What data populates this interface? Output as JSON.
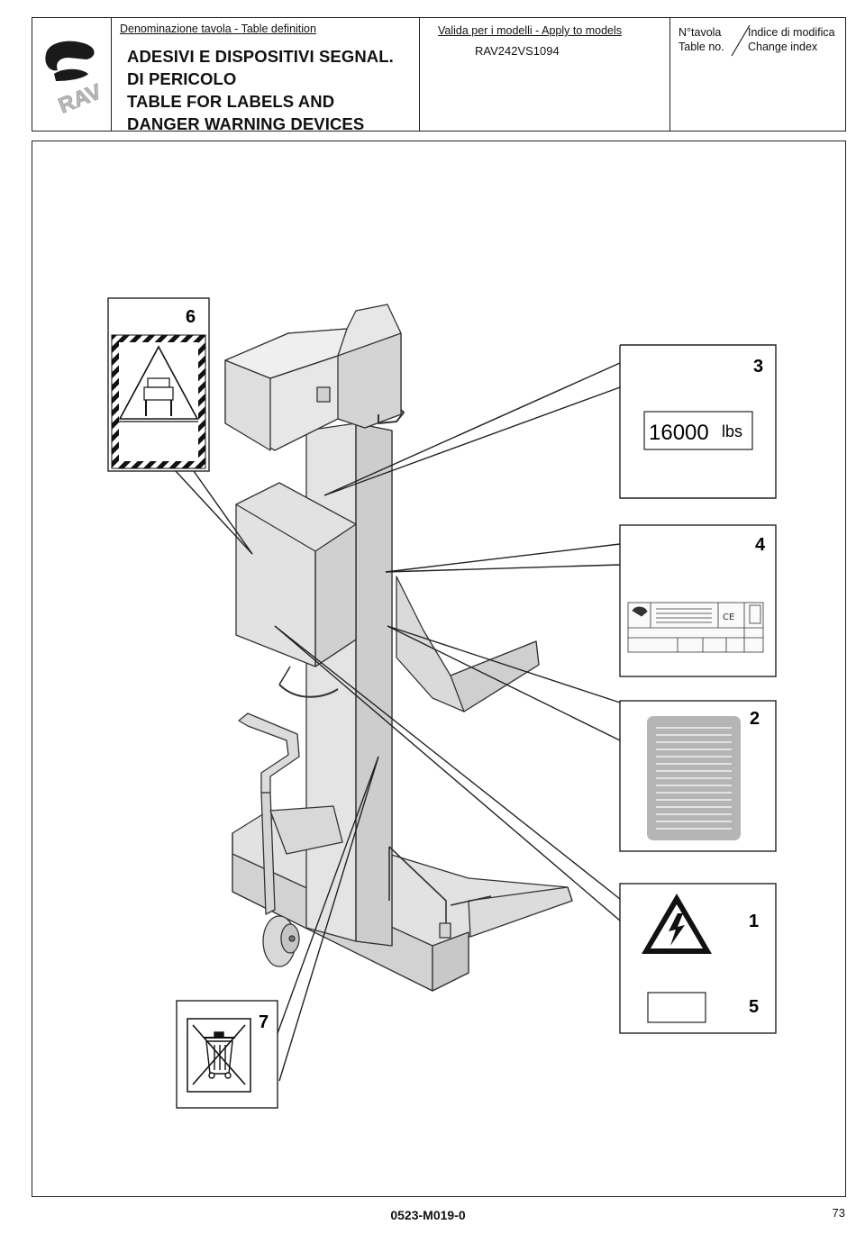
{
  "header": {
    "definition_label": "Denominazione tavola - Table definition",
    "title_lines": [
      "ADESIVI E DISPOSITIVI SEGNAL.",
      "DI PERICOLO",
      "TABLE FOR LABELS AND",
      "DANGER WARNING DEVICES"
    ],
    "models_label": "Valida per i modelli - Apply to models",
    "models_value": "RAV242VS1094",
    "table_no_label_it": "N°tavola",
    "table_no_label_en": "Table no.",
    "change_index_label_it": "Indice di modifica",
    "change_index_label_en": "Change index",
    "logo_text": "RAV"
  },
  "callouts": {
    "c1": "1",
    "c2": "2",
    "c3": "3",
    "c4": "4",
    "c5": "5",
    "c6": "6",
    "c7": "7"
  },
  "capacity_label": {
    "value": "16000",
    "unit": "lbs"
  },
  "footer": {
    "code": "0523-M019-0",
    "page": "73"
  },
  "colors": {
    "line": "#222222",
    "machine_fill": "#e6e6e6",
    "machine_shade": "#cfcfcf",
    "label_grey": "#b5b5b5"
  }
}
